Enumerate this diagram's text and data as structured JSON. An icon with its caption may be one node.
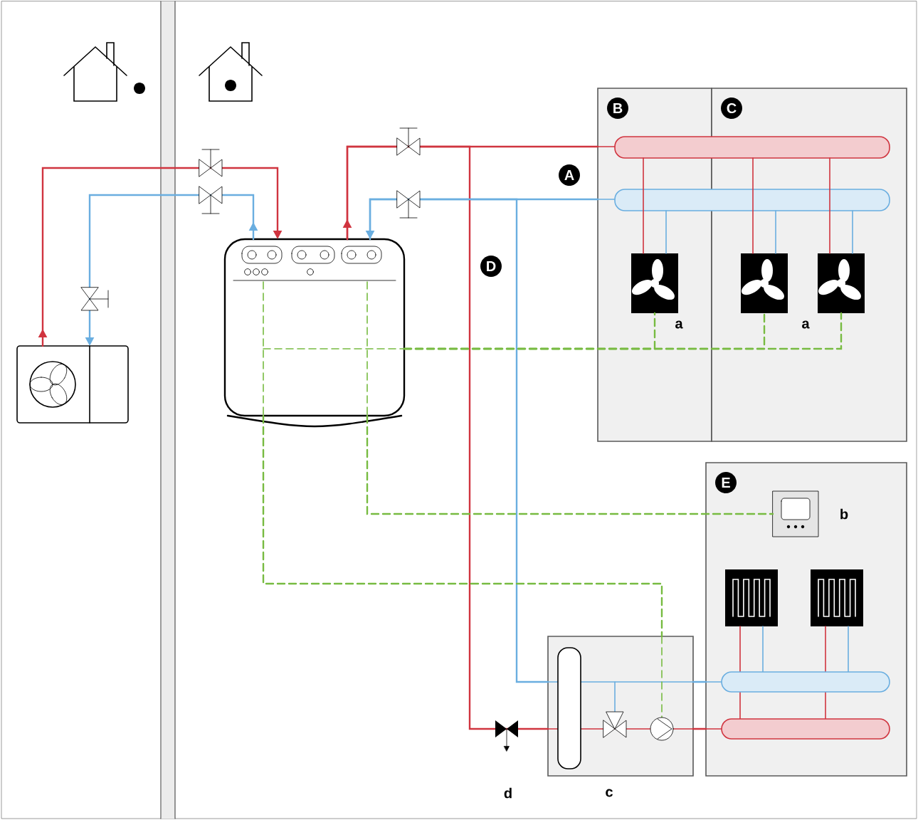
{
  "diagram": {
    "nodes": [
      {
        "text": [],
        "shape": "box"
      },
      {
        "text": [],
        "shape": "box"
      },
      {
        "text": [
          "B"
        ]
      },
      {
        "text": [
          "C"
        ]
      },
      {
        "text": [
          "E"
        ]
      },
      {
        "text": [],
        "shape": "box",
        "in": 2,
        "beside": [
          "a"
        ]
      },
      {
        "text": [],
        "shape": "box",
        "in": 3,
        "beside": [
          "a"
        ]
      },
      {
        "text": [],
        "shape": "box",
        "in": 3
      },
      {
        "text": [],
        "shape": "box",
        "in": 4,
        "beside": [
          "b"
        ]
      },
      {
        "text": [],
        "shape": "box",
        "in": 4
      },
      {
        "text": [],
        "shape": "box",
        "in": 4
      },
      {
        "text": [],
        "shape": "box",
        "beside": [
          "c"
        ]
      }
    ],
    "edges": [
      {
        "from": 0,
        "to": 1,
        "arrow": "to",
        "color": "#d0343f"
      },
      {
        "from": 1,
        "to": 0,
        "arrow": "to",
        "color": "#6aaee0"
      },
      {
        "from": 1,
        "to": 2,
        "arrow": "to",
        "color": "#d0343f"
      },
      {
        "from": 2,
        "to": 1,
        "arrow": "to",
        "color": "#6aaee0"
      },
      {
        "from": 1,
        "to": 11,
        "arrow": "none",
        "color": "#d0343f"
      },
      {
        "from": 11,
        "to": 1,
        "arrow": "none",
        "color": "#6aaee0"
      },
      {
        "from": 11,
        "to": 4,
        "arrow": "none",
        "color": "#d0343f"
      },
      {
        "from": 11,
        "to": 4,
        "arrow": "none",
        "color": "#6aaee0"
      },
      {
        "from": 1,
        "to": 5,
        "arrow": "none",
        "style": "dashed",
        "color": "#77bb41"
      },
      {
        "from": 1,
        "to": 6,
        "arrow": "none",
        "style": "dashed",
        "color": "#77bb41"
      },
      {
        "from": 1,
        "to": 7,
        "arrow": "none",
        "style": "dashed",
        "color": "#77bb41"
      },
      {
        "from": 1,
        "to": 8,
        "arrow": "none",
        "style": "dashed",
        "color": "#77bb41"
      },
      {
        "from": 1,
        "to": 11,
        "arrow": "none",
        "style": "dashed",
        "color": "#77bb41"
      }
    ],
    "labels": [
      "A",
      "D",
      "d"
    ]
  }
}
